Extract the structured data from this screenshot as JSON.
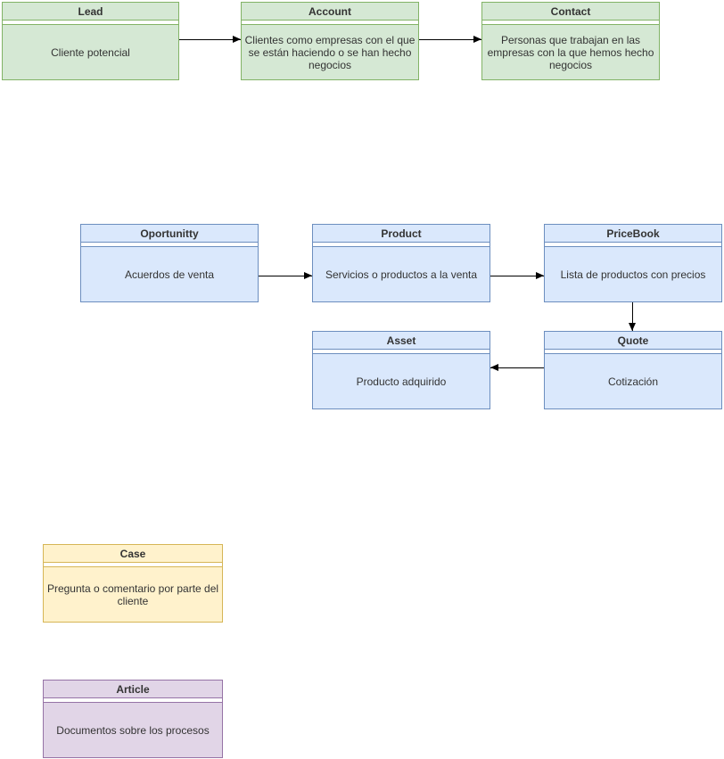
{
  "diagram": {
    "palette": {
      "green": {
        "fill": "#d5e8d4",
        "stroke": "#82b366"
      },
      "blue": {
        "fill": "#dae8fc",
        "stroke": "#6c8ebf"
      },
      "yellow": {
        "fill": "#fff2cc",
        "stroke": "#d6b656"
      },
      "purple": {
        "fill": "#e1d5e7",
        "stroke": "#9673a6"
      },
      "edge_color": "#000000"
    },
    "nodes": [
      {
        "id": "lead",
        "title": "Lead",
        "description": "Cliente potencial",
        "color": "green"
      },
      {
        "id": "account",
        "title": "Account",
        "description": "Clientes como empresas con el que se están haciendo o se han hecho negocios",
        "color": "green"
      },
      {
        "id": "contact",
        "title": "Contact",
        "description": "Personas que trabajan en las empresas con la que hemos hecho negocios",
        "color": "green"
      },
      {
        "id": "opportunity",
        "title": "Oportunitty",
        "description": "Acuerdos de venta",
        "color": "blue"
      },
      {
        "id": "product",
        "title": "Product",
        "description": "Servicios o productos a la venta",
        "color": "blue"
      },
      {
        "id": "pricebook",
        "title": "PriceBook",
        "description": "Lista de productos con precios",
        "color": "blue"
      },
      {
        "id": "asset",
        "title": "Asset",
        "description": "Producto adquirido",
        "color": "blue"
      },
      {
        "id": "quote",
        "title": "Quote",
        "description": "Cotización",
        "color": "blue"
      },
      {
        "id": "case",
        "title": "Case",
        "description": "Pregunta o comentario por parte del cliente",
        "color": "yellow"
      },
      {
        "id": "article",
        "title": "Article",
        "description": "Documentos sobre los procesos",
        "color": "purple"
      }
    ],
    "edges": [
      {
        "from": "Lead",
        "to": "Account"
      },
      {
        "from": "Account",
        "to": "Contact"
      },
      {
        "from": "Oportunitty",
        "to": "Product"
      },
      {
        "from": "Product",
        "to": "PriceBook"
      },
      {
        "from": "PriceBook",
        "to": "Quote"
      },
      {
        "from": "Quote",
        "to": "Asset"
      }
    ]
  }
}
